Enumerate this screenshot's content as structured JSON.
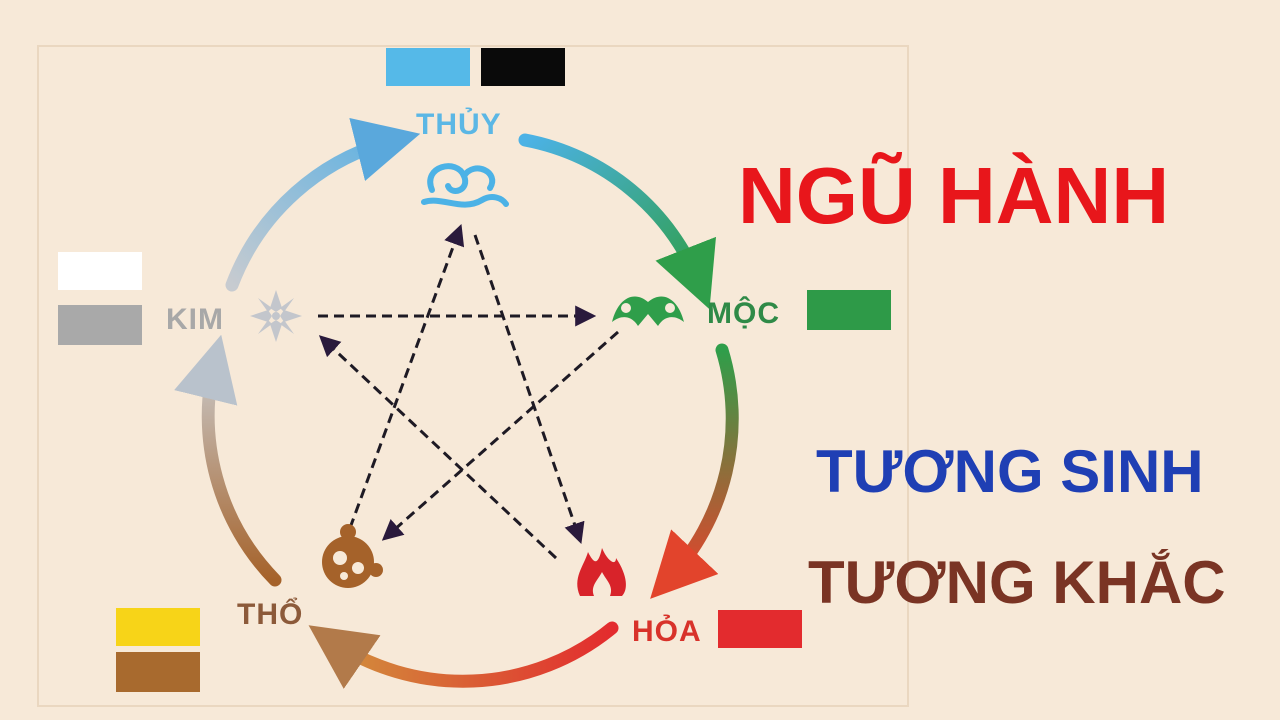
{
  "title": "NGŨ HÀNH",
  "subtitle_1": "TƯƠNG SINH",
  "subtitle_2": "TƯƠNG KHẮC",
  "colors": {
    "background": "#f7e9d8",
    "title": "#e8161b",
    "subtitle_1": "#1f3fb4",
    "subtitle_2": "#7a3424"
  },
  "elements": [
    {
      "id": "thuy",
      "label": "THỦY",
      "label_color": "#5bb7e5",
      "icon": "water-icon",
      "swatches": [
        "#55b9e8",
        "#0a0a0a"
      ]
    },
    {
      "id": "moc",
      "label": "MỘC",
      "label_color": "#2f8a47",
      "icon": "wood-icon",
      "swatches": [
        "#2e9a48"
      ]
    },
    {
      "id": "hoa",
      "label": "HỎA",
      "label_color": "#d8322a",
      "icon": "fire-icon",
      "swatches": [
        "#e32b2e"
      ]
    },
    {
      "id": "tho",
      "label": "THỔ",
      "label_color": "#8c5a3a",
      "icon": "earth-icon",
      "swatches": [
        "#f7d418",
        "#a86a2e"
      ]
    },
    {
      "id": "kim",
      "label": "KIM",
      "label_color": "#a8a8a8",
      "icon": "metal-icon",
      "swatches": [
        "#ffffff",
        "#a9a9a9"
      ]
    }
  ],
  "generating_cycle": [
    "thuy",
    "moc",
    "hoa",
    "tho",
    "kim"
  ],
  "controlling_cycle": [
    {
      "from": "kim",
      "to": "moc"
    },
    {
      "from": "moc",
      "to": "tho"
    },
    {
      "from": "tho",
      "to": "thuy"
    },
    {
      "from": "thuy",
      "to": "hoa"
    },
    {
      "from": "hoa",
      "to": "kim"
    }
  ]
}
